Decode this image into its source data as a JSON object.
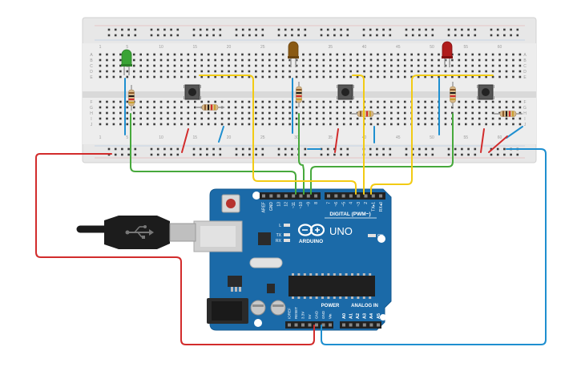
{
  "breadboard": {
    "column_numbers": [
      "1",
      "5",
      "10",
      "15",
      "20",
      "25",
      "30",
      "35",
      "40",
      "45",
      "50",
      "55",
      "60"
    ],
    "row_letters_top": [
      "A",
      "B",
      "C",
      "D",
      "E"
    ],
    "row_letters_bottom": [
      "F",
      "G",
      "H",
      "I",
      "J"
    ]
  },
  "arduino": {
    "top_header_labels": [
      "AREF",
      "GND",
      "13",
      "12",
      "~11",
      "~10",
      "~9",
      "8",
      "7",
      "~6",
      "~5",
      "4",
      "~3",
      "2",
      "TX▸1",
      "RX◂0"
    ],
    "digital_label": "DIGITAL (PWM~)",
    "logo_text": "ARDUINO",
    "model": "UNO",
    "on_label": "ON",
    "led_labels": [
      "L",
      "TX",
      "RX"
    ],
    "power_label": "POWER",
    "analog_label": "ANALOG IN",
    "power_pins": [
      "IOREF",
      "RESET",
      "3.3V",
      "5V",
      "GND",
      "GND",
      "Vin"
    ],
    "analog_pins": [
      "A0",
      "A1",
      "A2",
      "A3",
      "A4",
      "A5"
    ]
  },
  "components": {
    "leds": [
      {
        "color_name": "green",
        "hex": "#3aa335"
      },
      {
        "color_name": "amber",
        "hex": "#8a5a14"
      },
      {
        "color_name": "red",
        "hex": "#b01c1c"
      }
    ]
  },
  "colors": {
    "wire_red": "#d22c2c",
    "wire_blue": "#1e8fd0",
    "wire_green": "#47a93c",
    "wire_yellow": "#f2cb14",
    "board_blue": "#1b6aa8",
    "breadboard": "#e9e9e9"
  }
}
